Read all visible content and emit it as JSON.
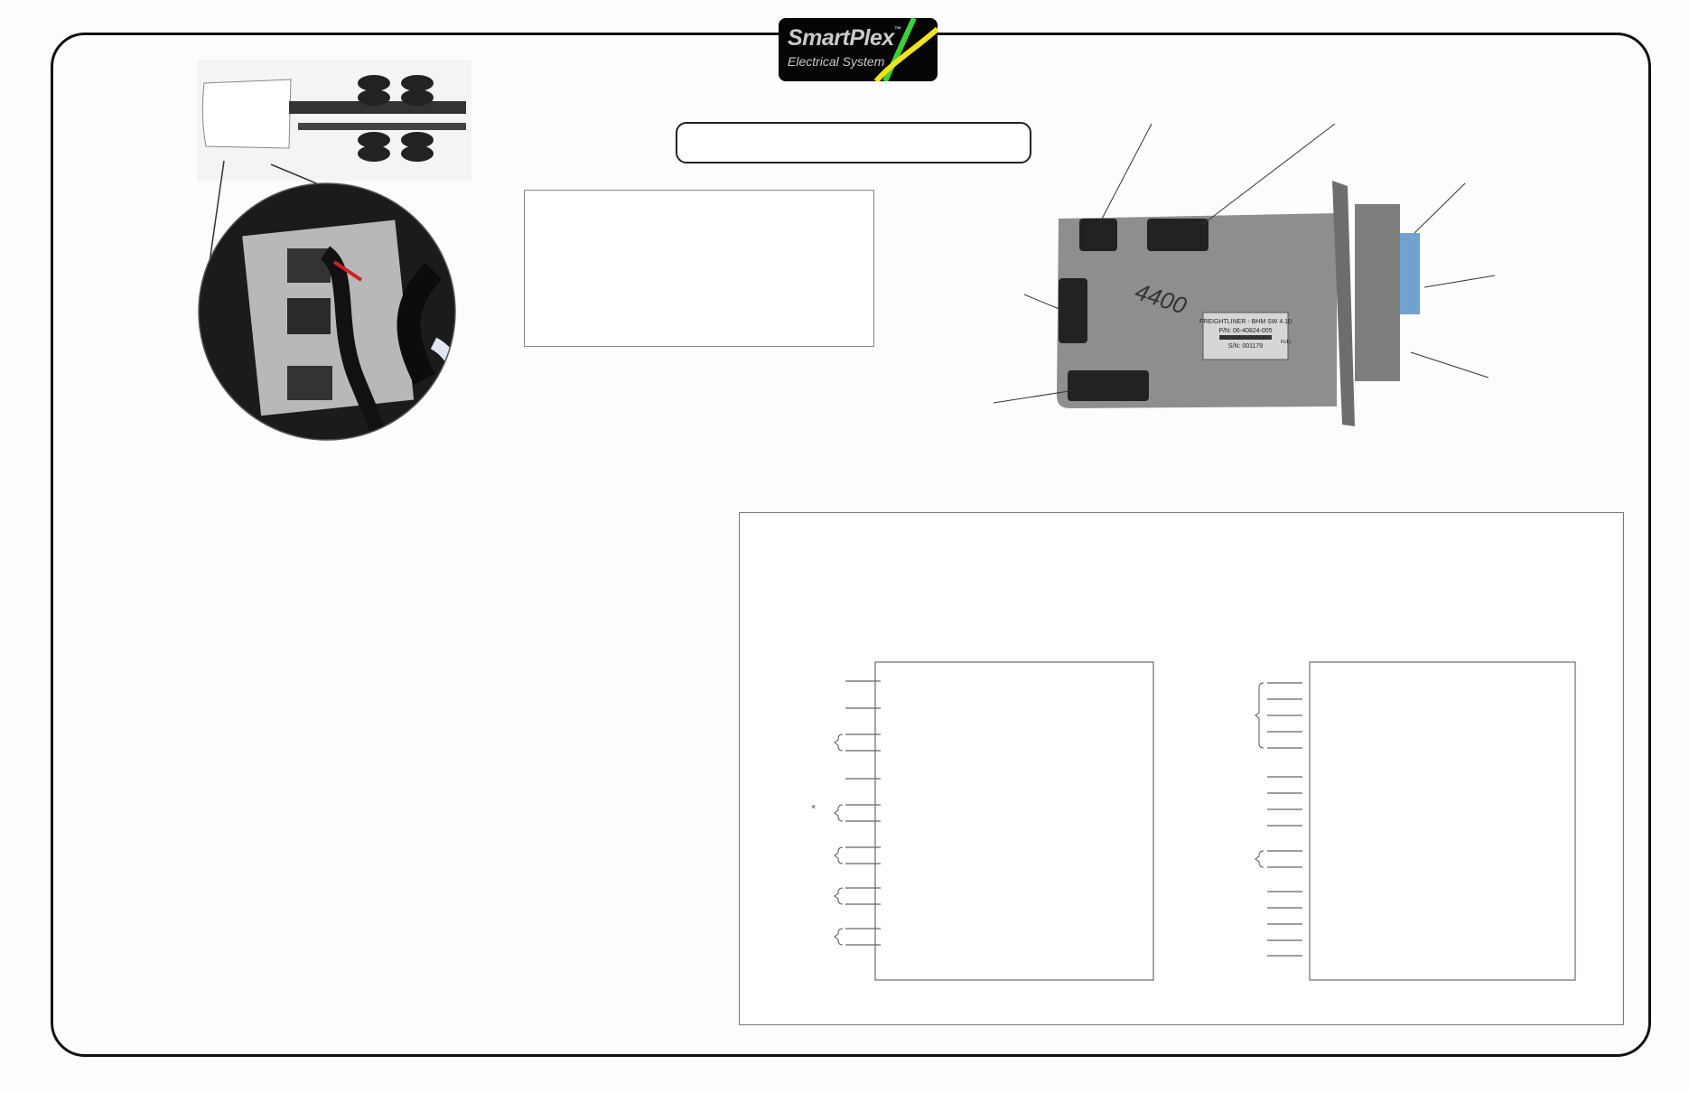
{
  "logo": {
    "name": "SmartPlex",
    "trademark": "™",
    "tagline": "Electrical System",
    "colors": {
      "background": "#050505",
      "text": "#c9c9c9",
      "wire_green": "#3ad13a",
      "wire_yellow": "#f2e21e"
    }
  },
  "title_box": {
    "text": ""
  },
  "description_box": {
    "text": ""
  },
  "module_photo": {
    "label_lines": [
      "FREIGHTLINER - BHM  SW 4.10",
      "P/N: 06-40824-005",
      "S/N: 001179",
      "FULL"
    ],
    "handwriting": "4400"
  },
  "connector_diagrams": [
    {
      "pin_groups": [
        "single",
        "single",
        "pair",
        "single",
        "pair",
        "pair",
        "pair",
        "pair"
      ]
    },
    {
      "pin_groups": [
        "group5",
        "single",
        "single",
        "single",
        "single",
        "pair",
        "single",
        "single",
        "single",
        "single",
        "single"
      ]
    }
  ]
}
